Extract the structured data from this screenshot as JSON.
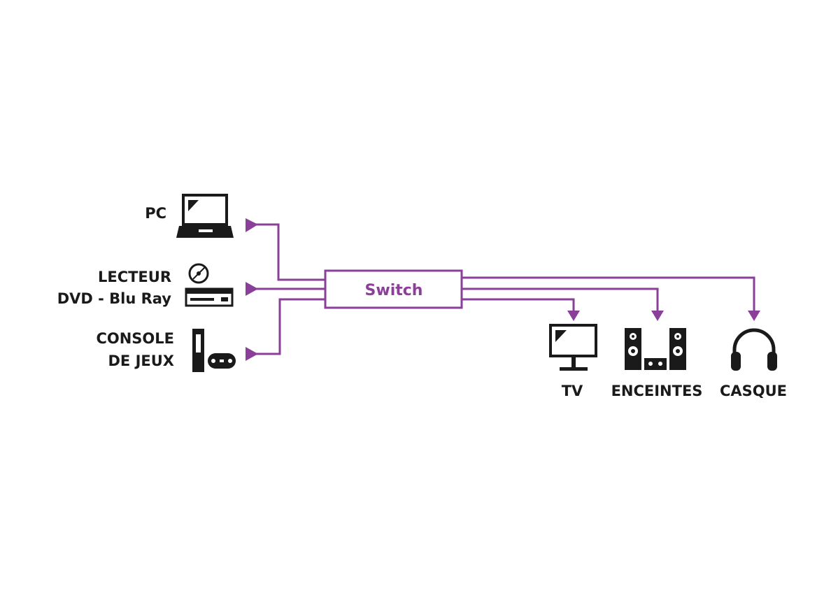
{
  "colors": {
    "accent": "#8a3f98",
    "ink": "#1a1a1a",
    "background": "#ffffff"
  },
  "switch": {
    "label": "Switch"
  },
  "sources": [
    {
      "lines": [
        "PC"
      ],
      "icon": "laptop-icon"
    },
    {
      "lines": [
        "LECTEUR",
        "DVD - Blu Ray"
      ],
      "icon": "disc-player-icon"
    },
    {
      "lines": [
        "CONSOLE",
        "DE JEUX"
      ],
      "icon": "game-console-icon"
    }
  ],
  "outputs": [
    {
      "label": "TV",
      "icon": "tv-monitor-icon"
    },
    {
      "label": "ENCEINTES",
      "icon": "speakers-icon"
    },
    {
      "label": "CASQUE",
      "icon": "headphones-icon"
    }
  ]
}
